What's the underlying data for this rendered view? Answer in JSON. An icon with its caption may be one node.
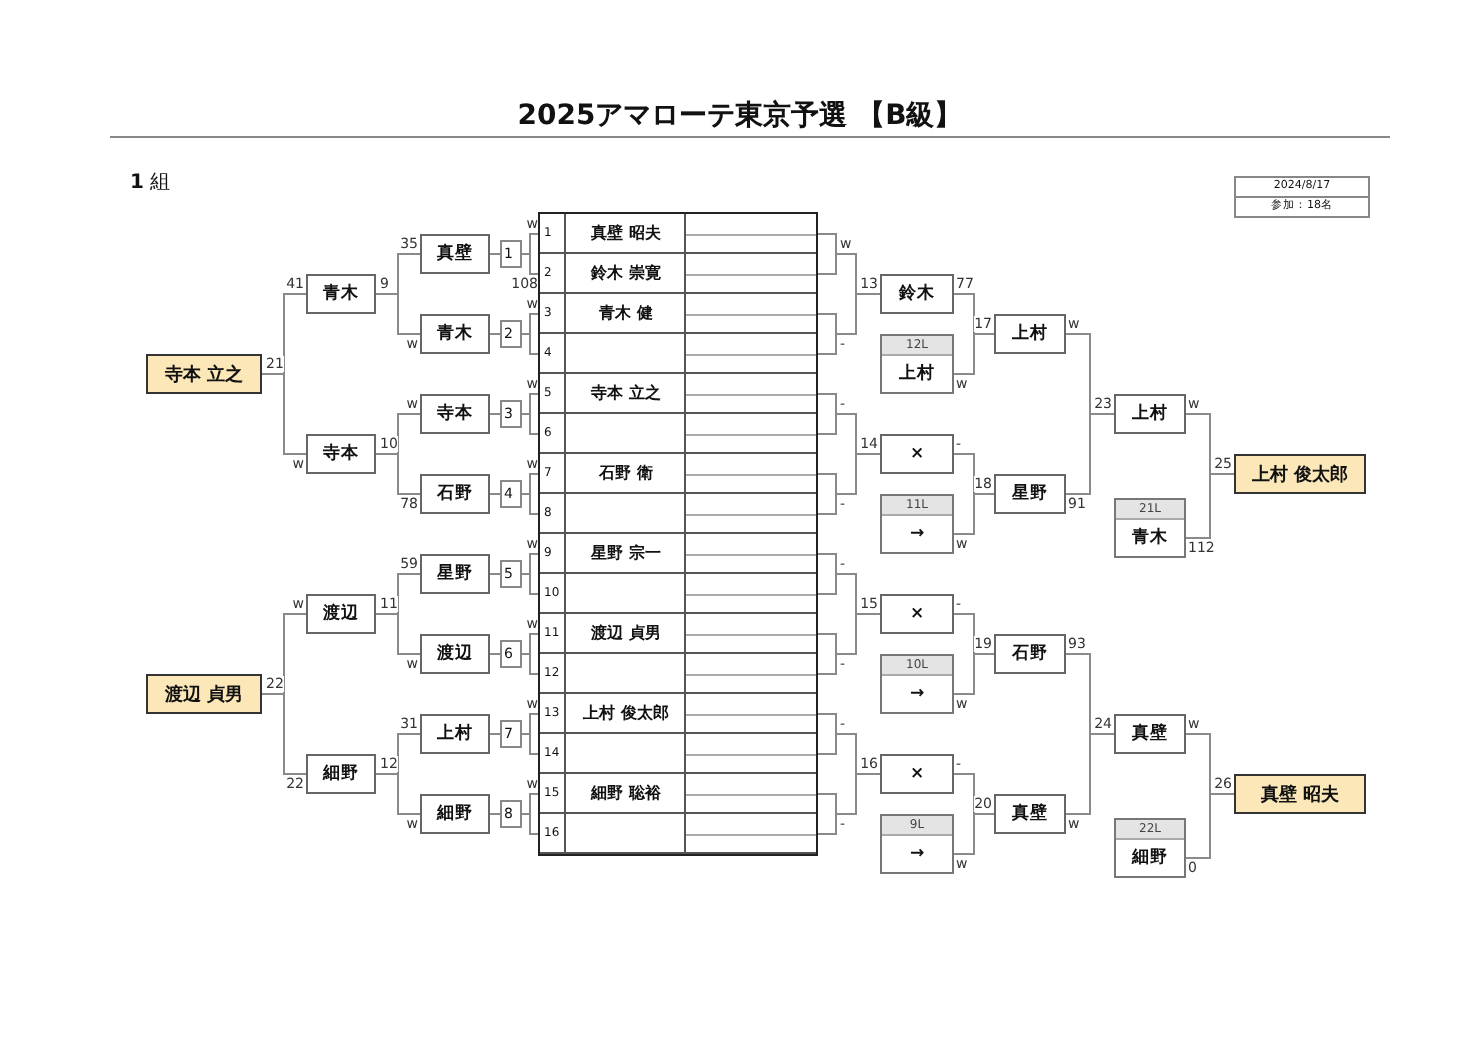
{
  "diagram": {
    "title": "2025アマローテ東京予選 【B級】",
    "nodes": [
      {
        "text": [
          "寺本 立之"
        ],
        "beside": [
          "21"
        ]
      },
      {
        "text": [
          "渡辺 貞男"
        ],
        "beside": [
          "22"
        ]
      },
      {
        "text": [
          "青木"
        ],
        "beside": [
          "9"
        ]
      },
      {
        "text": [
          "寺本"
        ],
        "beside": [
          "10"
        ]
      },
      {
        "text": [
          "渡辺"
        ],
        "beside": [
          "11"
        ]
      },
      {
        "text": [
          "細野"
        ],
        "beside": [
          "12"
        ]
      },
      {
        "text": [
          "真壁"
        ]
      },
      {
        "text": [
          "青木"
        ]
      },
      {
        "text": [
          "寺本"
        ]
      },
      {
        "text": [
          "石野"
        ]
      },
      {
        "text": [
          "星野"
        ]
      },
      {
        "text": [
          "渡辺"
        ]
      },
      {
        "text": [
          "上村"
        ]
      },
      {
        "text": [
          "細野"
        ]
      },
      {
        "text": [
          "1"
        ]
      },
      {
        "text": [
          "2"
        ]
      },
      {
        "text": [
          "3"
        ]
      },
      {
        "text": [
          "4"
        ]
      },
      {
        "text": [
          "5"
        ]
      },
      {
        "text": [
          "6"
        ]
      },
      {
        "text": [
          "7"
        ]
      },
      {
        "text": [
          "8"
        ]
      },
      {
        "text": [
          "1",
          "真壁 昭夫"
        ]
      },
      {
        "text": [
          "2",
          "鈴木 崇寛"
        ]
      },
      {
        "text": [
          "3",
          "青木 健"
        ]
      },
      {
        "text": [
          "4"
        ]
      },
      {
        "text": [
          "5",
          "寺本 立之"
        ]
      },
      {
        "text": [
          "6"
        ]
      },
      {
        "text": [
          "7",
          "石野 衛"
        ]
      },
      {
        "text": [
          "8"
        ]
      },
      {
        "text": [
          "9",
          "星野 宗一"
        ]
      },
      {
        "text": [
          "10"
        ]
      },
      {
        "text": [
          "11",
          "渡辺 貞男"
        ]
      },
      {
        "text": [
          "12"
        ]
      },
      {
        "text": [
          "13",
          "上村 俊太郎"
        ]
      },
      {
        "text": [
          "14"
        ]
      },
      {
        "text": [
          "15",
          "細野 聡裕"
        ]
      },
      {
        "text": [
          "16"
        ]
      },
      {
        "text": [
          "鈴木"
        ],
        "beside": [
          "13"
        ]
      },
      {
        "text": [
          "12L",
          "上村"
        ]
      },
      {
        "text": [
          "×"
        ],
        "beside": [
          "14"
        ]
      },
      {
        "text": [
          "11L",
          "→"
        ]
      },
      {
        "text": [
          "×"
        ],
        "beside": [
          "15"
        ]
      },
      {
        "text": [
          "10L",
          "→"
        ]
      },
      {
        "text": [
          "×"
        ],
        "beside": [
          "16"
        ]
      },
      {
        "text": [
          "9L",
          "→"
        ]
      },
      {
        "text": [
          "上村"
        ],
        "beside": [
          "17"
        ]
      },
      {
        "text": [
          "星野"
        ],
        "beside": [
          "18"
        ]
      },
      {
        "text": [
          "石野"
        ],
        "beside": [
          "19"
        ]
      },
      {
        "text": [
          "真壁"
        ],
        "beside": [
          "20"
        ]
      },
      {
        "text": [
          "上村"
        ],
        "beside": [
          "23"
        ]
      },
      {
        "text": [
          "21L",
          "青木"
        ]
      },
      {
        "text": [
          "真壁"
        ],
        "beside": [
          "24"
        ]
      },
      {
        "text": [
          "22L",
          "細野"
        ]
      },
      {
        "text": [
          "上村 俊太郎"
        ],
        "beside": [
          "25"
        ]
      },
      {
        "text": [
          "真壁 昭夫"
        ],
        "beside": [
          "26"
        ]
      }
    ],
    "edges": [
      {
        "from": 22,
        "to": 14,
        "arrow": "none",
        "label": "w"
      },
      {
        "from": 23,
        "to": 14,
        "arrow": "none",
        "label": "108"
      },
      {
        "from": 24,
        "to": 15,
        "arrow": "none",
        "label": "w"
      },
      {
        "from": 25,
        "to": 15,
        "arrow": "none"
      },
      {
        "from": 26,
        "to": 16,
        "arrow": "none",
        "label": "w"
      },
      {
        "from": 27,
        "to": 16,
        "arrow": "none"
      },
      {
        "from": 28,
        "to": 17,
        "arrow": "none",
        "label": "w"
      },
      {
        "from": 29,
        "to": 17,
        "arrow": "none"
      },
      {
        "from": 30,
        "to": 18,
        "arrow": "none",
        "label": "w"
      },
      {
        "from": 31,
        "to": 18,
        "arrow": "none"
      },
      {
        "from": 32,
        "to": 19,
        "arrow": "none",
        "label": "w"
      },
      {
        "from": 33,
        "to": 19,
        "arrow": "none"
      },
      {
        "from": 34,
        "to": 20,
        "arrow": "none",
        "label": "w"
      },
      {
        "from": 35,
        "to": 20,
        "arrow": "none"
      },
      {
        "from": 36,
        "to": 21,
        "arrow": "none",
        "label": "w"
      },
      {
        "from": 37,
        "to": 21,
        "arrow": "none"
      },
      {
        "from": 14,
        "to": 6,
        "arrow": "none"
      },
      {
        "from": 15,
        "to": 7,
        "arrow": "none"
      },
      {
        "from": 16,
        "to": 8,
        "arrow": "none"
      },
      {
        "from": 17,
        "to": 9,
        "arrow": "none"
      },
      {
        "from": 18,
        "to": 10,
        "arrow": "none"
      },
      {
        "from": 19,
        "to": 11,
        "arrow": "none"
      },
      {
        "from": 20,
        "to": 12,
        "arrow": "none"
      },
      {
        "from": 21,
        "to": 13,
        "arrow": "none"
      },
      {
        "from": 6,
        "to": 2,
        "arrow": "none",
        "label": "35"
      },
      {
        "from": 7,
        "to": 2,
        "arrow": "none",
        "label": "w"
      },
      {
        "from": 8,
        "to": 3,
        "arrow": "none",
        "label": "w"
      },
      {
        "from": 9,
        "to": 3,
        "arrow": "none",
        "label": "78"
      },
      {
        "from": 10,
        "to": 4,
        "arrow": "none",
        "label": "59"
      },
      {
        "from": 11,
        "to": 4,
        "arrow": "none",
        "label": "w"
      },
      {
        "from": 12,
        "to": 5,
        "arrow": "none",
        "label": "31"
      },
      {
        "from": 13,
        "to": 5,
        "arrow": "none",
        "label": "w"
      },
      {
        "from": 2,
        "to": 0,
        "arrow": "none",
        "label": "41"
      },
      {
        "from": 3,
        "to": 0,
        "arrow": "none",
        "label": "w"
      },
      {
        "from": 4,
        "to": 1,
        "arrow": "none",
        "label": "w"
      },
      {
        "from": 5,
        "to": 1,
        "arrow": "none",
        "label": "22"
      },
      {
        "from": 22,
        "to": 38,
        "arrow": "none",
        "label": "w"
      },
      {
        "from": 23,
        "to": 38,
        "arrow": "none"
      },
      {
        "from": 24,
        "to": 38,
        "arrow": "none",
        "label": "-"
      },
      {
        "from": 25,
        "to": 38,
        "arrow": "none"
      },
      {
        "from": 26,
        "to": 40,
        "arrow": "none",
        "label": "-"
      },
      {
        "from": 27,
        "to": 40,
        "arrow": "none"
      },
      {
        "from": 28,
        "to": 40,
        "arrow": "none",
        "label": "-"
      },
      {
        "from": 29,
        "to": 40,
        "arrow": "none"
      },
      {
        "from": 30,
        "to": 42,
        "arrow": "none",
        "label": "-"
      },
      {
        "from": 31,
        "to": 42,
        "arrow": "none"
      },
      {
        "from": 32,
        "to": 42,
        "arrow": "none",
        "label": "-"
      },
      {
        "from": 33,
        "to": 42,
        "arrow": "none"
      },
      {
        "from": 34,
        "to": 44,
        "arrow": "none",
        "label": "-"
      },
      {
        "from": 35,
        "to": 44,
        "arrow": "none"
      },
      {
        "from": 36,
        "to": 44,
        "arrow": "none",
        "label": "-"
      },
      {
        "from": 37,
        "to": 44,
        "arrow": "none"
      },
      {
        "from": 38,
        "to": 46,
        "arrow": "none",
        "label": "77"
      },
      {
        "from": 39,
        "to": 46,
        "arrow": "none",
        "label": "w"
      },
      {
        "from": 40,
        "to": 47,
        "arrow": "none",
        "label": "-"
      },
      {
        "from": 41,
        "to": 47,
        "arrow": "none",
        "label": "w"
      },
      {
        "from": 42,
        "to": 48,
        "arrow": "none",
        "label": "-"
      },
      {
        "from": 43,
        "to": 48,
        "arrow": "none",
        "label": "w"
      },
      {
        "from": 44,
        "to": 49,
        "arrow": "none",
        "label": "-"
      },
      {
        "from": 45,
        "to": 49,
        "arrow": "none",
        "label": "w"
      },
      {
        "from": 46,
        "to": 50,
        "arrow": "none",
        "label": "w"
      },
      {
        "from": 47,
        "to": 50,
        "arrow": "none",
        "label": "91"
      },
      {
        "from": 48,
        "to": 52,
        "arrow": "none",
        "label": "93"
      },
      {
        "from": 49,
        "to": 52,
        "arrow": "none",
        "label": "w"
      },
      {
        "from": 50,
        "to": 54,
        "arrow": "none",
        "label": "w"
      },
      {
        "from": 51,
        "to": 54,
        "arrow": "none",
        "label": "112"
      },
      {
        "from": 52,
        "to": 55,
        "arrow": "none",
        "label": "w"
      },
      {
        "from": 53,
        "to": 55,
        "arrow": "none",
        "label": "0"
      }
    ],
    "labels": [
      "**1** 組",
      "2024/8/17",
      "参加：18名"
    ]
  }
}
